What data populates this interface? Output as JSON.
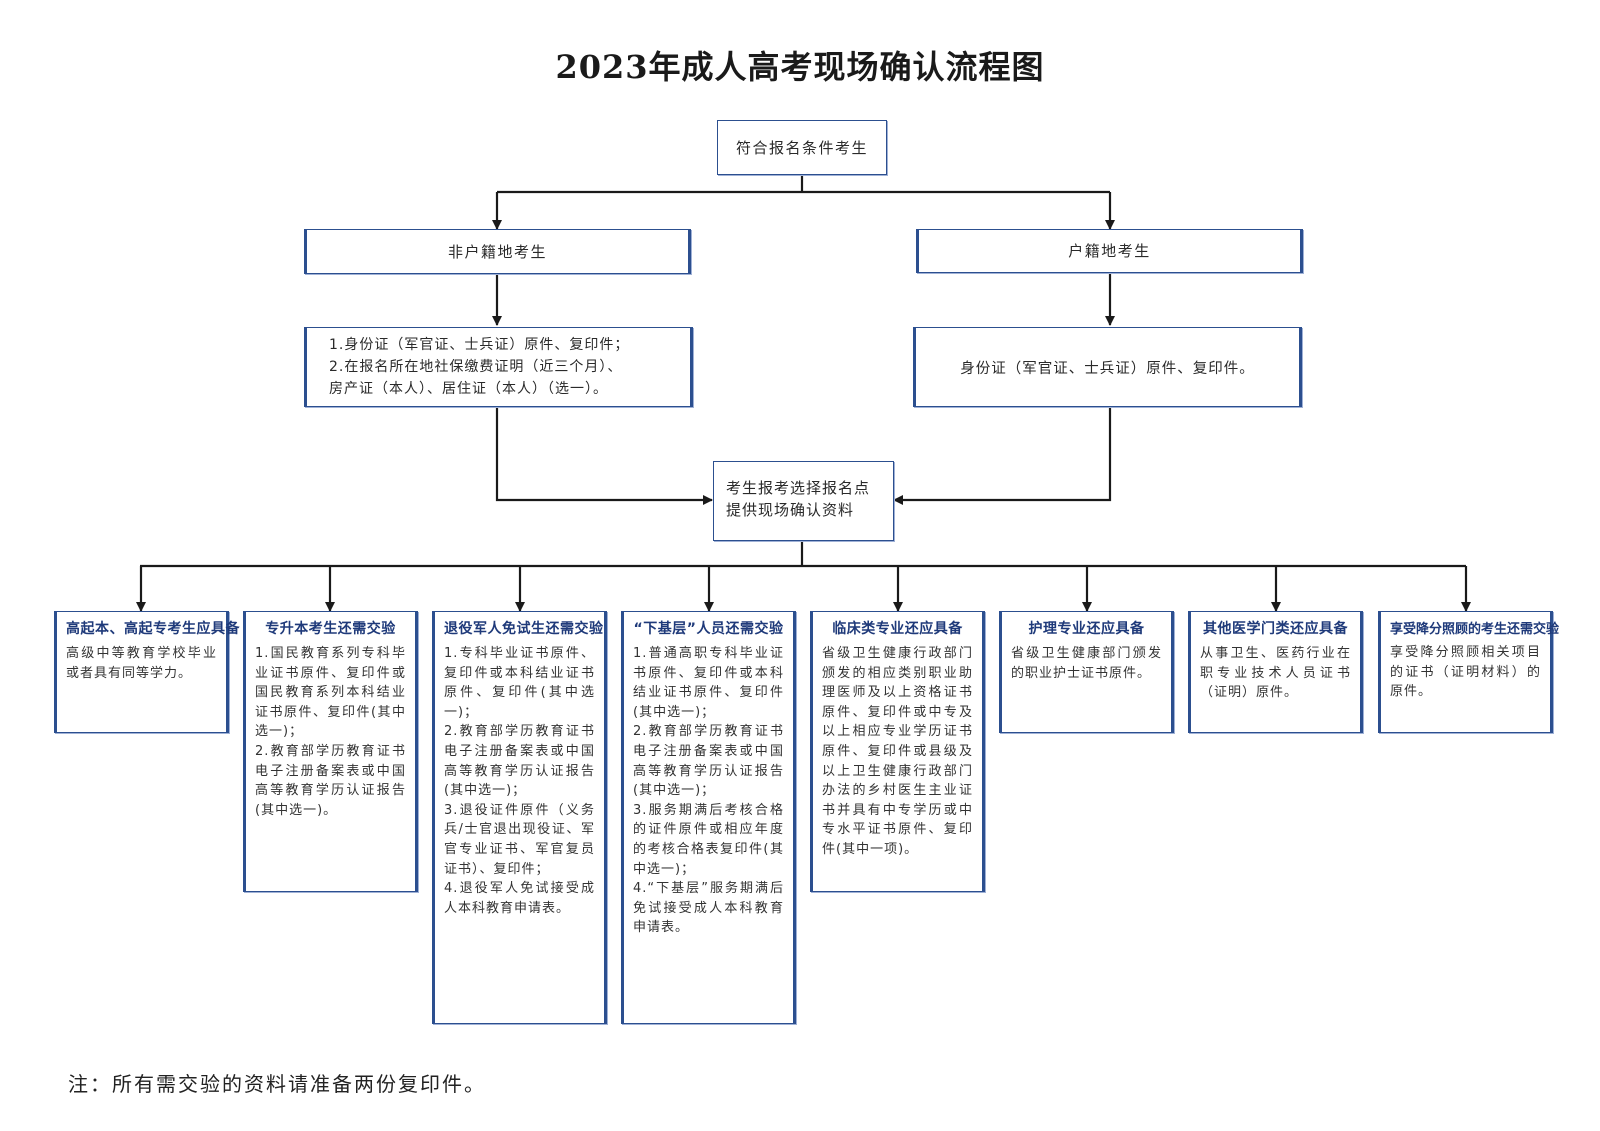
{
  "title": "2023年成人高考现场确认流程图",
  "colors": {
    "border": "#2c4f8f",
    "line": "#1a1a1a",
    "heading": "#1f3a7a"
  },
  "top_node": "符合报名条件考生",
  "branches": {
    "left": {
      "label": "非户籍地考生",
      "requirements": [
        "1.身份证（军官证、士兵证）原件、复印件；",
        "2.在报名所在地社保缴费证明（近三个月）、",
        "房产证（本人）、居住证（本人）（选一）。"
      ]
    },
    "right": {
      "label": "户籍地考生",
      "requirements": "身份证（军官证、士兵证）原件、复印件。"
    }
  },
  "merge_node": {
    "line1": "考生报考选择报名点",
    "line2": "提供现场确认资料"
  },
  "categories": [
    {
      "title": "高起本、高起专考生应具备",
      "items": [
        "高级中等教育学校毕业或者具有同等学力。"
      ]
    },
    {
      "title": "专升本考生还需交验",
      "items": [
        "1.国民教育系列专科毕业证书原件、复印件或国民教育系列本科结业证书原件、复印件(其中选一)；",
        "2.教育部学历教育证书电子注册备案表或中国高等教育学历认证报告(其中选一)。"
      ]
    },
    {
      "title": "退役军人免试生还需交验",
      "items": [
        "1.专科毕业证书原件、复印件或本科结业证书原件、复印件(其中选一)；",
        "2.教育部学历教育证书电子注册备案表或中国高等教育学历认证报告(其中选一)；",
        "3.退役证件原件（义务兵/士官退出现役证、军官专业证书、军官复员证书）、复印件；",
        "4.退役军人免试接受成人本科教育申请表。"
      ]
    },
    {
      "title": "“下基层”人员还需交验",
      "items": [
        "1.普通高职专科毕业证书原件、复印件或本科结业证书原件、复印件(其中选一)；",
        "2.教育部学历教育证书电子注册备案表或中国高等教育学历认证报告(其中选一)；",
        "3.服务期满后考核合格的证件原件或相应年度的考核合格表复印件(其中选一)；",
        "4.“下基层”服务期满后免试接受成人本科教育申请表。"
      ]
    },
    {
      "title": "临床类专业还应具备",
      "items": [
        "省级卫生健康行政部门颁发的相应类别职业助理医师及以上资格证书原件、复印件或中专及以上相应专业学历证书原件、复印件或县级及以上卫生健康行政部门办法的乡村医生主业证书并具有中专学历或中专水平证书原件、复印件(其中一项)。"
      ]
    },
    {
      "title": "护理专业还应具备",
      "items": [
        "省级卫生健康部门颁发的职业护士证书原件。"
      ]
    },
    {
      "title": "其他医学门类还应具备",
      "items": [
        "从事卫生、医药行业在职专业技术人员证书（证明）原件。"
      ]
    },
    {
      "title": "享受降分照顾的考生还需交验",
      "items": [
        "享受降分照顾相关项目的证书（证明材料）的原件。"
      ]
    }
  ],
  "note": "注：所有需交验的资料请准备两份复印件。"
}
